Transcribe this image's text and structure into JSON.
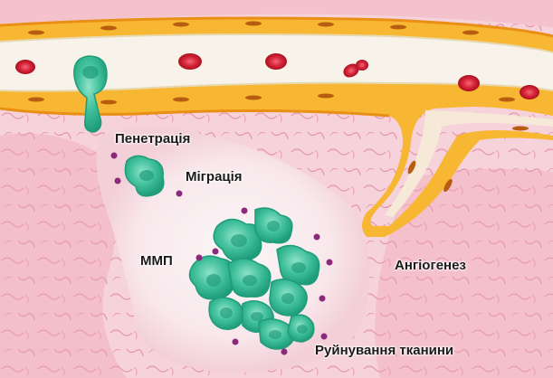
{
  "labels": {
    "penetration": "Пенетрація",
    "migration": "Міграція",
    "mmp": "ММП",
    "angiogenesis": "Ангіогенез",
    "tissue_destruction": "Руйнування тканини"
  },
  "colors": {
    "tissue_background": "#f6d2da",
    "stroma_pink": "#f0aebe",
    "clear_zone": "#fbf3f4",
    "vessel_wall": "#f7b733",
    "vessel_wall_dark": "#e98f16",
    "vessel_lumen": "#f7f3ea",
    "endothelium_nuclei": "#b85c10",
    "red_blood_cell": "#d8243a",
    "tumor_cell": "#3fbf9a",
    "tumor_cell_dark": "#1f9c7a",
    "mmp_dots": "#8b2a7c",
    "label_text": "#1a1a1a"
  }
}
